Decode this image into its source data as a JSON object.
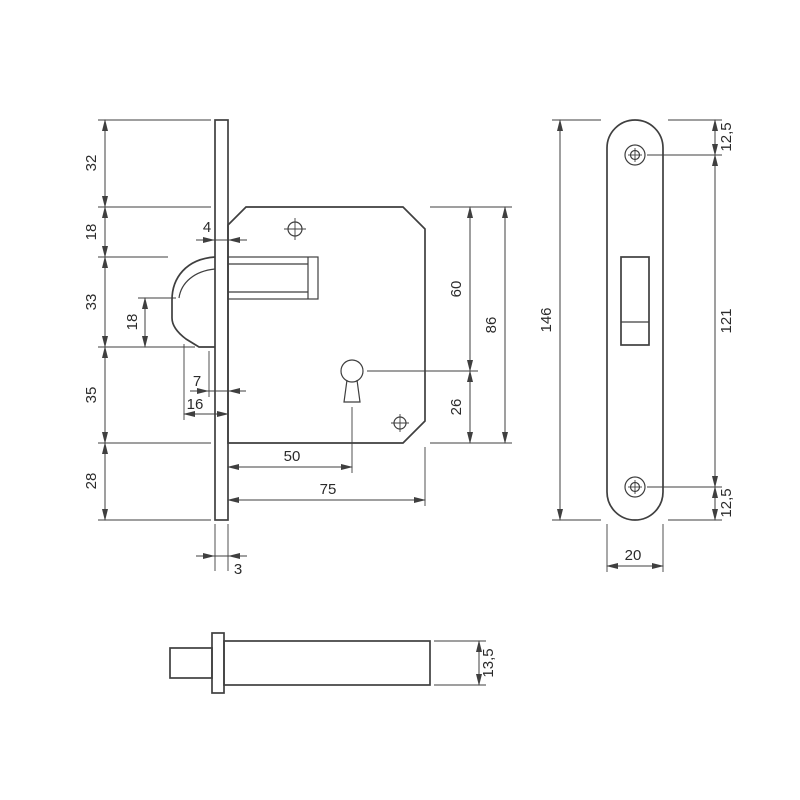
{
  "meta": {
    "background": "#ffffff",
    "line_color": "#3f3f3f",
    "text_color": "#2b2b2b",
    "drawing_type": "mortise hook lock technical drawing"
  },
  "front_view": {
    "label": "lock-case-front-view",
    "dims": {
      "v32": "32",
      "v18": "18",
      "v33": "33",
      "v35": "35",
      "v28": "28",
      "hook18": "18",
      "h4": "4",
      "h7": "7",
      "h16": "16",
      "r60": "60",
      "r26": "26",
      "r86": "86",
      "b50": "50",
      "b75": "75",
      "b3": "3"
    }
  },
  "faceplate_view": {
    "label": "faceplate-front-view",
    "dims": {
      "h146": "146",
      "t125": "12,5",
      "m121": "121",
      "b125": "12,5",
      "w20": "20"
    }
  },
  "bolt_view": {
    "label": "bolt-side-view",
    "dims": {
      "t135": "13,5"
    }
  }
}
